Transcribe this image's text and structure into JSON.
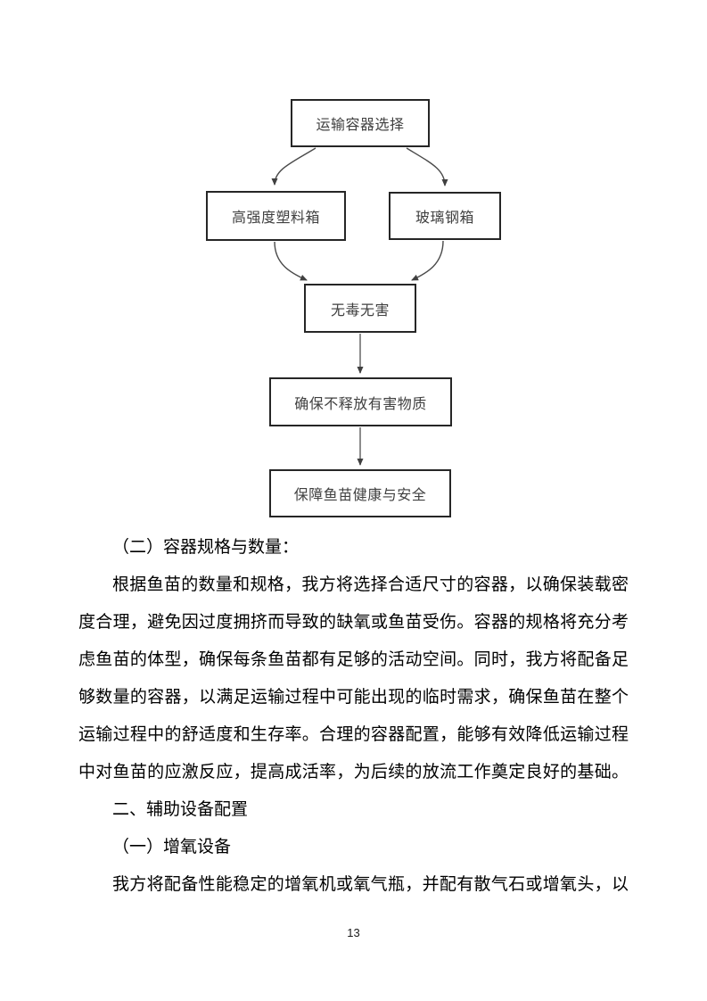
{
  "flowchart": {
    "nodes": [
      {
        "id": "container-selection",
        "label": "运输容器选择"
      },
      {
        "id": "plastic-box",
        "label": "高强度塑料箱"
      },
      {
        "id": "fiberglass-box",
        "label": "玻璃钢箱"
      },
      {
        "id": "nontoxic",
        "label": "无毒无害"
      },
      {
        "id": "no-harmful-release",
        "label": "确保不释放有害物质"
      },
      {
        "id": "fry-safety",
        "label": "保障鱼苗健康与安全"
      }
    ]
  },
  "document": {
    "section_heading": "（二）容器规格与数量：",
    "paragraph1_lines": [
      "根据鱼苗的数量和规格，我方将选择合适尺寸的容器，以确保装载密",
      "度合理，避免因过度拥挤而导致的缺氧或鱼苗受伤。容器的规格将充分考",
      "虑鱼苗的体型，确保每条鱼苗都有足够的活动空间。同时，我方将配备足",
      "够数量的容器，以满足运输过程中可能出现的临时需求，确保鱼苗在整个",
      "运输过程中的舒适度和生存率。合理的容器配置，能够有效降低运输过程",
      "中对鱼苗的应激反应，提高成活率，为后续的放流工作奠定良好的基础。"
    ],
    "chapter_heading": "二、辅助设备配置",
    "subsection_heading": "（一）增氧设备",
    "paragraph2_lines": [
      "我方将配备性能稳定的增氧机或氧气瓶，并配有散气石或增氧头，以"
    ],
    "page_number": "13"
  },
  "colors": {
    "background": "#ffffff",
    "box_border": "#262626",
    "box_text": "#404040",
    "body_text": "#000000",
    "arrow_curved": "#4a4a4a",
    "arrow_straight_shaft": "#808080",
    "arrow_head": "#404040"
  }
}
